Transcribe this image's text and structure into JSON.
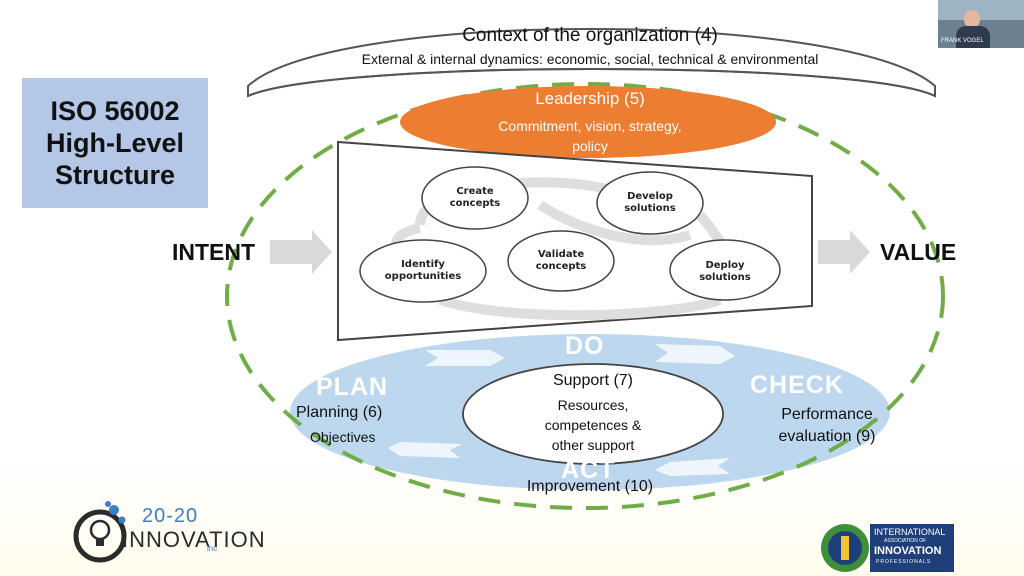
{
  "title": {
    "line1": "ISO 56002",
    "line2": "High-Level",
    "line3": "Structure"
  },
  "context": {
    "title": "Context of the organization (4)",
    "subtitle": "External & internal dynamics:  economic, social, technical & environmental"
  },
  "leadership": {
    "title": "Leadership (5)",
    "line1": "Commitment, vision, strategy,",
    "line2": "policy"
  },
  "intent_label": "INTENT",
  "value_label": "VALUE",
  "innovation_cycle": {
    "create": [
      "Create",
      "concepts"
    ],
    "develop": [
      "Develop",
      "solutions"
    ],
    "identify": [
      "Identify",
      "opportunities"
    ],
    "validate": [
      "Validate",
      "concepts"
    ],
    "deploy": [
      "Deploy",
      "solutions"
    ]
  },
  "pdca": {
    "plan": "PLAN",
    "do": "DO",
    "check": "CHECK",
    "act": "ACT"
  },
  "planning": {
    "title": "Planning (6)",
    "sub": "Objectives"
  },
  "support": {
    "title": "Support (7)",
    "line1": "Resources,",
    "line2": "competences &",
    "line3": "other support"
  },
  "performance": {
    "line1": "Performance",
    "line2": "evaluation (9)"
  },
  "improvement": "Improvement (10)",
  "logo_2020": {
    "top": "20-20",
    "main": "INNOVATION",
    "inc": "inc"
  },
  "logo_iaip": {
    "line1": "INTERNATIONAL",
    "line2": "ASSOCIATION OF",
    "line3": "INNOVATION",
    "line4": "PROFESSIONALS"
  },
  "webcam": {
    "name": "FRANK VOGEL"
  },
  "colors": {
    "title_box": "#b4c7e7",
    "leadership": "#ed7d31",
    "dashed_ring": "#70ad47",
    "pdca_ring": "#bdd7ee",
    "arrow": "#d9d9d9"
  }
}
